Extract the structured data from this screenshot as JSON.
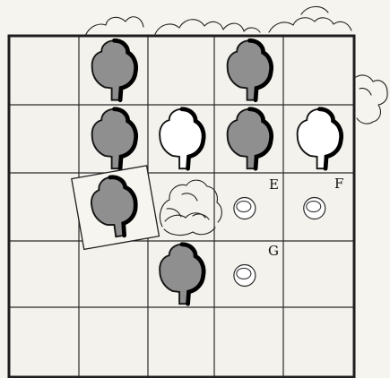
{
  "board": {
    "rows": 5,
    "cols": 5,
    "tiles": [
      {
        "row": 0,
        "col": 1,
        "type": "tree",
        "fill": "dark"
      },
      {
        "row": 0,
        "col": 3,
        "type": "tree",
        "fill": "dark"
      },
      {
        "row": 1,
        "col": 1,
        "type": "tree",
        "fill": "dark"
      },
      {
        "row": 1,
        "col": 2,
        "type": "tree",
        "fill": "light"
      },
      {
        "row": 1,
        "col": 3,
        "type": "tree",
        "fill": "dark"
      },
      {
        "row": 1,
        "col": 4,
        "type": "tree",
        "fill": "light"
      },
      {
        "row": 2,
        "col": 1,
        "type": "tree",
        "fill": "dark",
        "tilted": true
      },
      {
        "row": 2,
        "col": 2,
        "type": "bush-sketch"
      },
      {
        "row": 3,
        "col": 2,
        "type": "tree",
        "fill": "dark"
      }
    ],
    "coins": [
      {
        "row": 2,
        "col": 3,
        "label": "E"
      },
      {
        "row": 2,
        "col": 4,
        "label": "F"
      },
      {
        "row": 3,
        "col": 3,
        "label": "G"
      }
    ]
  },
  "colors": {
    "tree_dark": "#8f8f8f",
    "tree_light": "#ffffff",
    "tree_outline": "#151515",
    "background": "#f6f4ee"
  },
  "icons": {
    "tree": "tree-icon",
    "coin": "coin-icon",
    "bush": "bush-icon"
  }
}
